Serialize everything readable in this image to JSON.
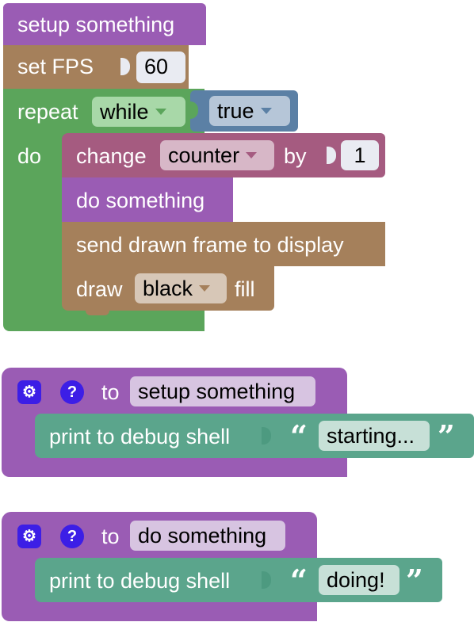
{
  "blocks": {
    "setup_call": {
      "label": "setup something"
    },
    "set_fps": {
      "label": "set FPS",
      "value": "60"
    },
    "repeat": {
      "label": "repeat",
      "mode": "while",
      "condition": "true",
      "do_label": "do"
    },
    "change": {
      "label": "change",
      "variable": "counter",
      "by_label": "by",
      "amount": "1"
    },
    "do_call": {
      "label": "do something"
    },
    "send_frame": {
      "label": "send drawn frame to display"
    },
    "draw": {
      "label": "draw",
      "color": "black",
      "suffix": "fill"
    }
  },
  "functions": [
    {
      "to_label": "to",
      "name": "setup something",
      "print_label": "print to debug shell",
      "open_quote": "“",
      "text": "starting...",
      "close_quote": "”"
    },
    {
      "to_label": "to",
      "name": "do something",
      "print_label": "print to debug shell",
      "open_quote": "“",
      "text": "doing!",
      "close_quote": "”"
    }
  ],
  "icons": {
    "gear": "⚙",
    "help": "?"
  },
  "colors": {
    "purple": "#9a5cb4",
    "brown": "#a5805b",
    "green": "#5ba55b",
    "blue": "#5b80a5",
    "maroon": "#a55b80",
    "teal": "#5ba58c",
    "value_gray": "#e9ebf2"
  }
}
